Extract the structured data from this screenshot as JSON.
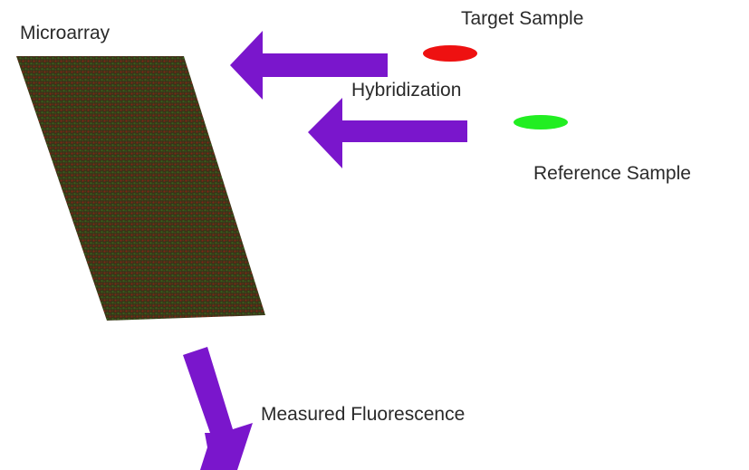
{
  "labels": {
    "microarray": "Microarray",
    "target_sample": "Target Sample",
    "hybridization": "Hybridization",
    "reference_sample": "Reference Sample",
    "measured_fluorescence": "Measured Fluorescence"
  },
  "colors": {
    "arrow": "#7a16cc",
    "target_dot": "#ee1111",
    "reference_dot": "#22ee22",
    "microarray_base": "#3a3418",
    "spot_red": "#b81c14",
    "spot_green": "#2e9a1e",
    "text": "#2a2a2a"
  }
}
